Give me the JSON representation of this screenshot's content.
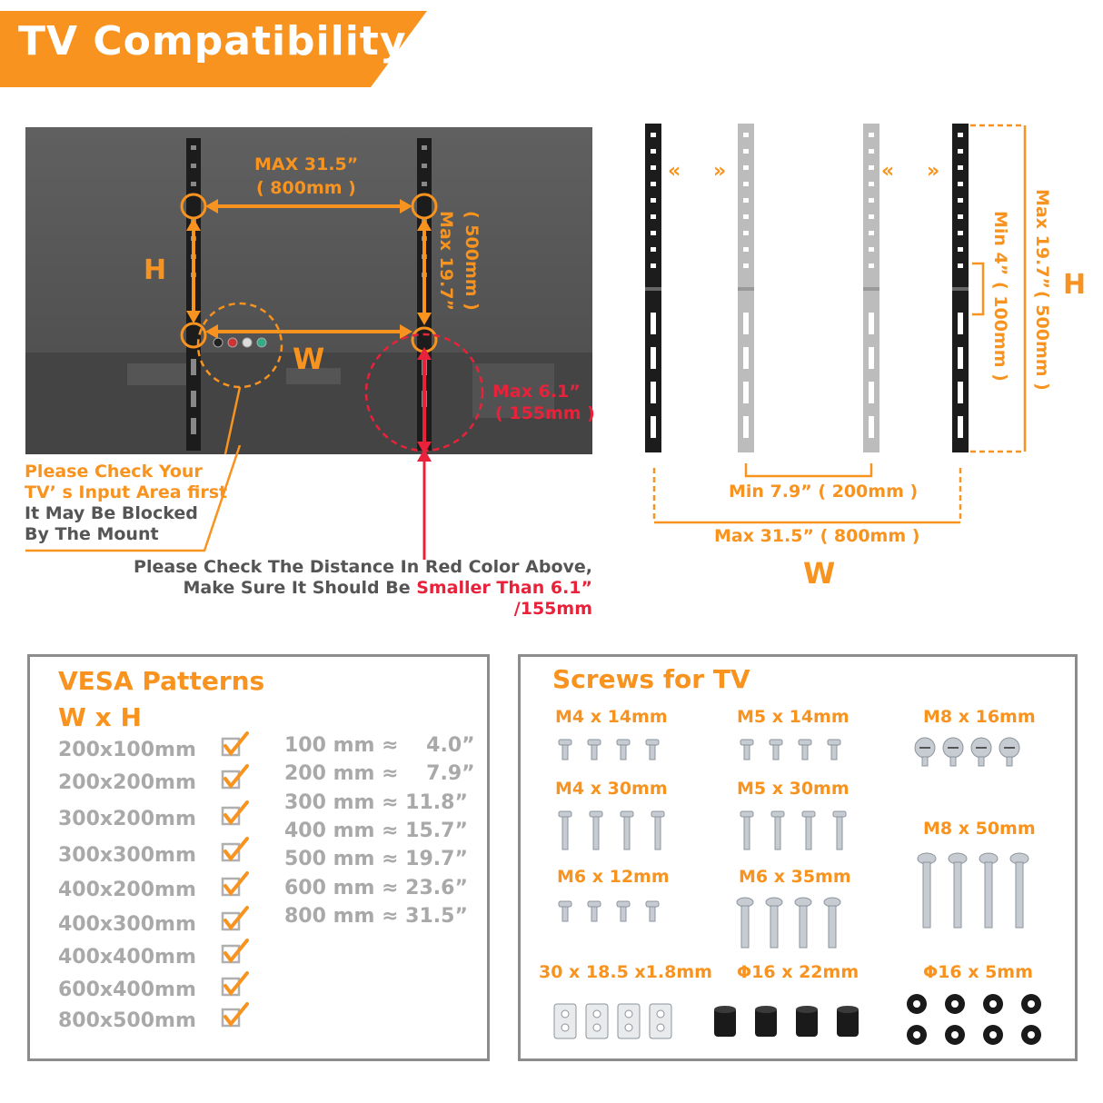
{
  "header": {
    "title": "TV  Compatibility"
  },
  "tv_diagram": {
    "top_dim_line1": "MAX  31.5”",
    "top_dim_line2": "( 800mm )",
    "side_dim_line1": "Max  19.7”",
    "side_dim_line2": "( 500mm )",
    "h_label": "H",
    "w_label": "W",
    "depth_line1": "Max  6.1”",
    "depth_line2": "( 155mm )",
    "input_note": {
      "line1": "Please Check Your",
      "line2": "TV’ s Input Area first",
      "line3": "It May Be Blocked",
      "line4": "By The Mount"
    },
    "distance_note": {
      "line1": "Please Check The Distance In Red Color Above,",
      "line2_prefix": "Make Sure It Should Be ",
      "line2_highlight": "Smaller Than 6.1”  /155mm"
    }
  },
  "bracket_diagram": {
    "min_h_line1": "Min  4”",
    "min_h_line2": "( 100mm )",
    "max_h_line1": "Max  19.7”",
    "max_h_line2": "( 500mm )",
    "h_label": "H",
    "min_w": "Min  7.9”  ( 200mm )",
    "max_w": "Max  31.5”  ( 800mm )",
    "w_label": "W",
    "arrow_left": "«",
    "arrow_right": "»"
  },
  "vesa": {
    "title_line1": "VESA Patterns",
    "title_line2": "W x H",
    "patterns": [
      "200x100mm",
      "200x200mm",
      "300x200mm",
      "300x300mm",
      "400x200mm",
      "400x300mm",
      "400x400mm",
      "600x400mm",
      "800x500mm"
    ],
    "conversions": [
      "100 mm ≈    4.0”",
      "200 mm ≈    7.9”",
      "300 mm ≈ 11.8”",
      "400 mm ≈ 15.7”",
      "500 mm ≈ 19.7”",
      "600 mm ≈ 23.6”",
      "800 mm ≈ 31.5”"
    ]
  },
  "screws": {
    "title": "Screws for TV",
    "items": [
      "M4 x 14mm",
      "M5 x 14mm",
      "M8 x 16mm",
      "M4 x 30mm",
      "M5 x 30mm",
      "M8 x 50mm",
      "M6 x 12mm",
      "M6 x 35mm",
      "30 x 18.5 x1.8mm",
      "Φ16 x 22mm",
      "Φ16 x 5mm"
    ]
  },
  "colors": {
    "accent": "#f7931e",
    "alert": "#e8223a",
    "muted": "#a9a9a9",
    "tv_panel": "#5a5a5a"
  }
}
